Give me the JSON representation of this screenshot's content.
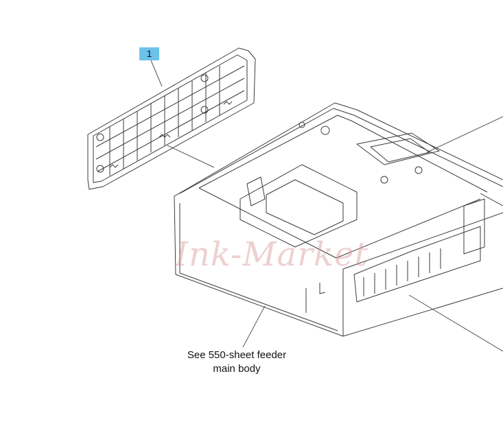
{
  "callout": {
    "number": "1",
    "color": "#6cc3ea"
  },
  "caption": {
    "line1": "See 550-sheet feeder",
    "line2": "main body"
  },
  "watermark": {
    "text": "Ink-Market"
  },
  "colors": {
    "line": "#3a3a3a",
    "leader": "#555555"
  }
}
